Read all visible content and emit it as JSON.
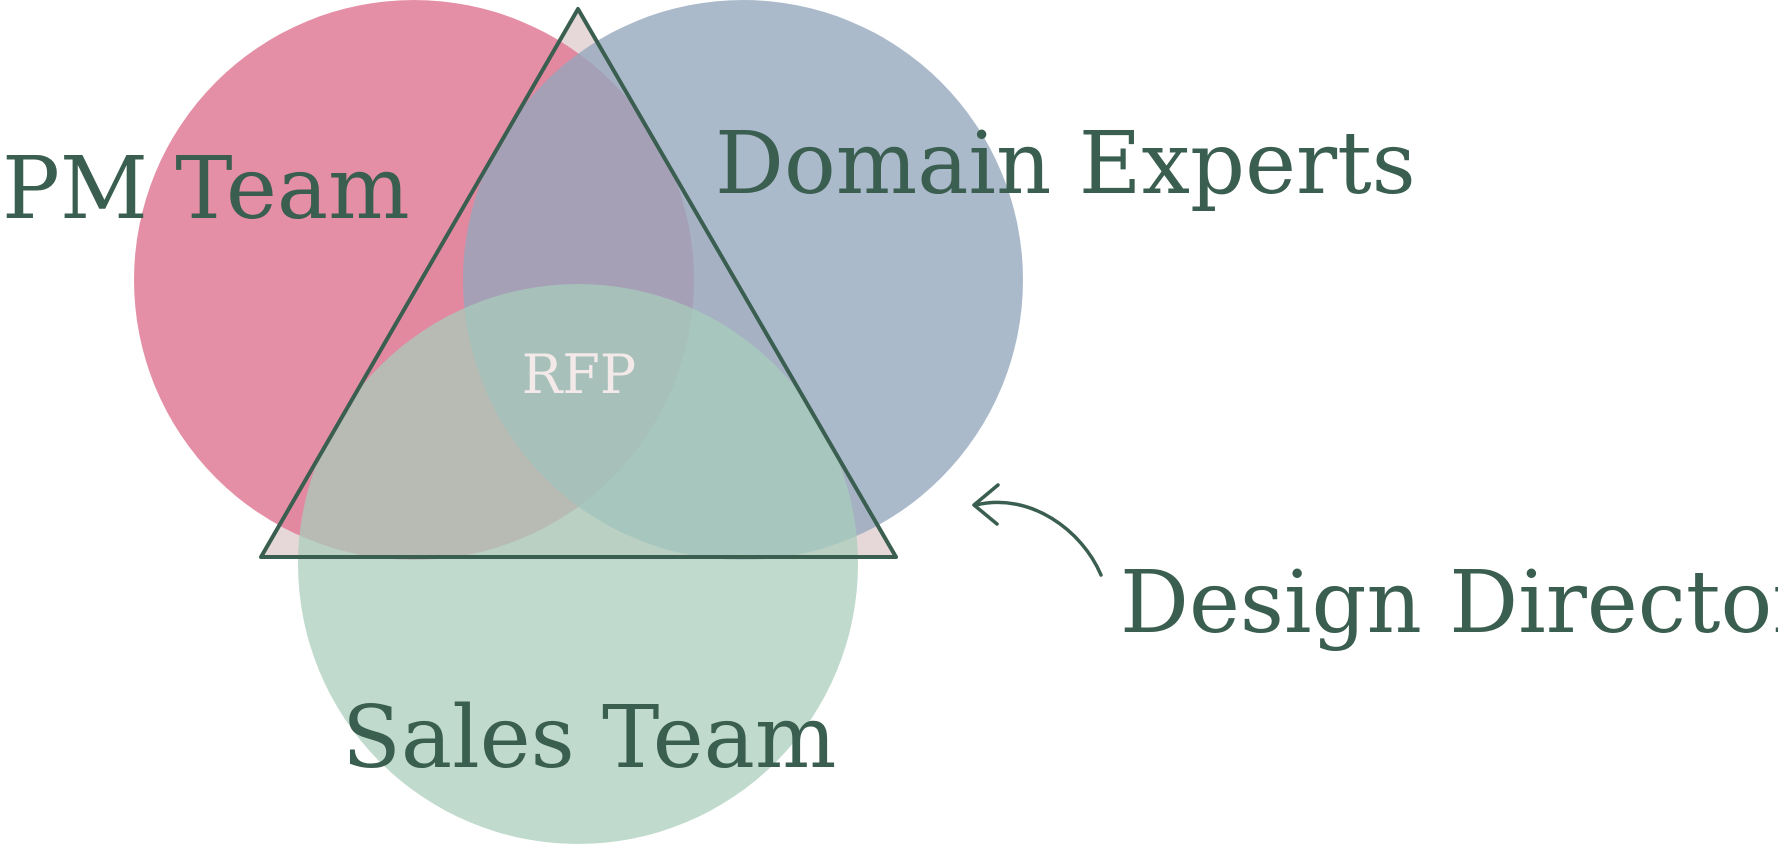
{
  "diagram": {
    "labels": {
      "pm_team": "PM Team",
      "domain_experts": "Domain Experts",
      "sales_team": "Sales Team",
      "center": "RFP",
      "design_director": "Design Director"
    },
    "colors": {
      "triangle_fill": "#e6d8d8",
      "triangle_stroke": "#3a5e4f",
      "pm_team_circle": "#e07b97",
      "domain_experts_circle": "#94a7bd",
      "sales_team_circle": "#a7cdbb",
      "label_text": "#3a5e4f",
      "center_text": "#f3e9e9",
      "arrow": "#3a5e4f"
    }
  }
}
